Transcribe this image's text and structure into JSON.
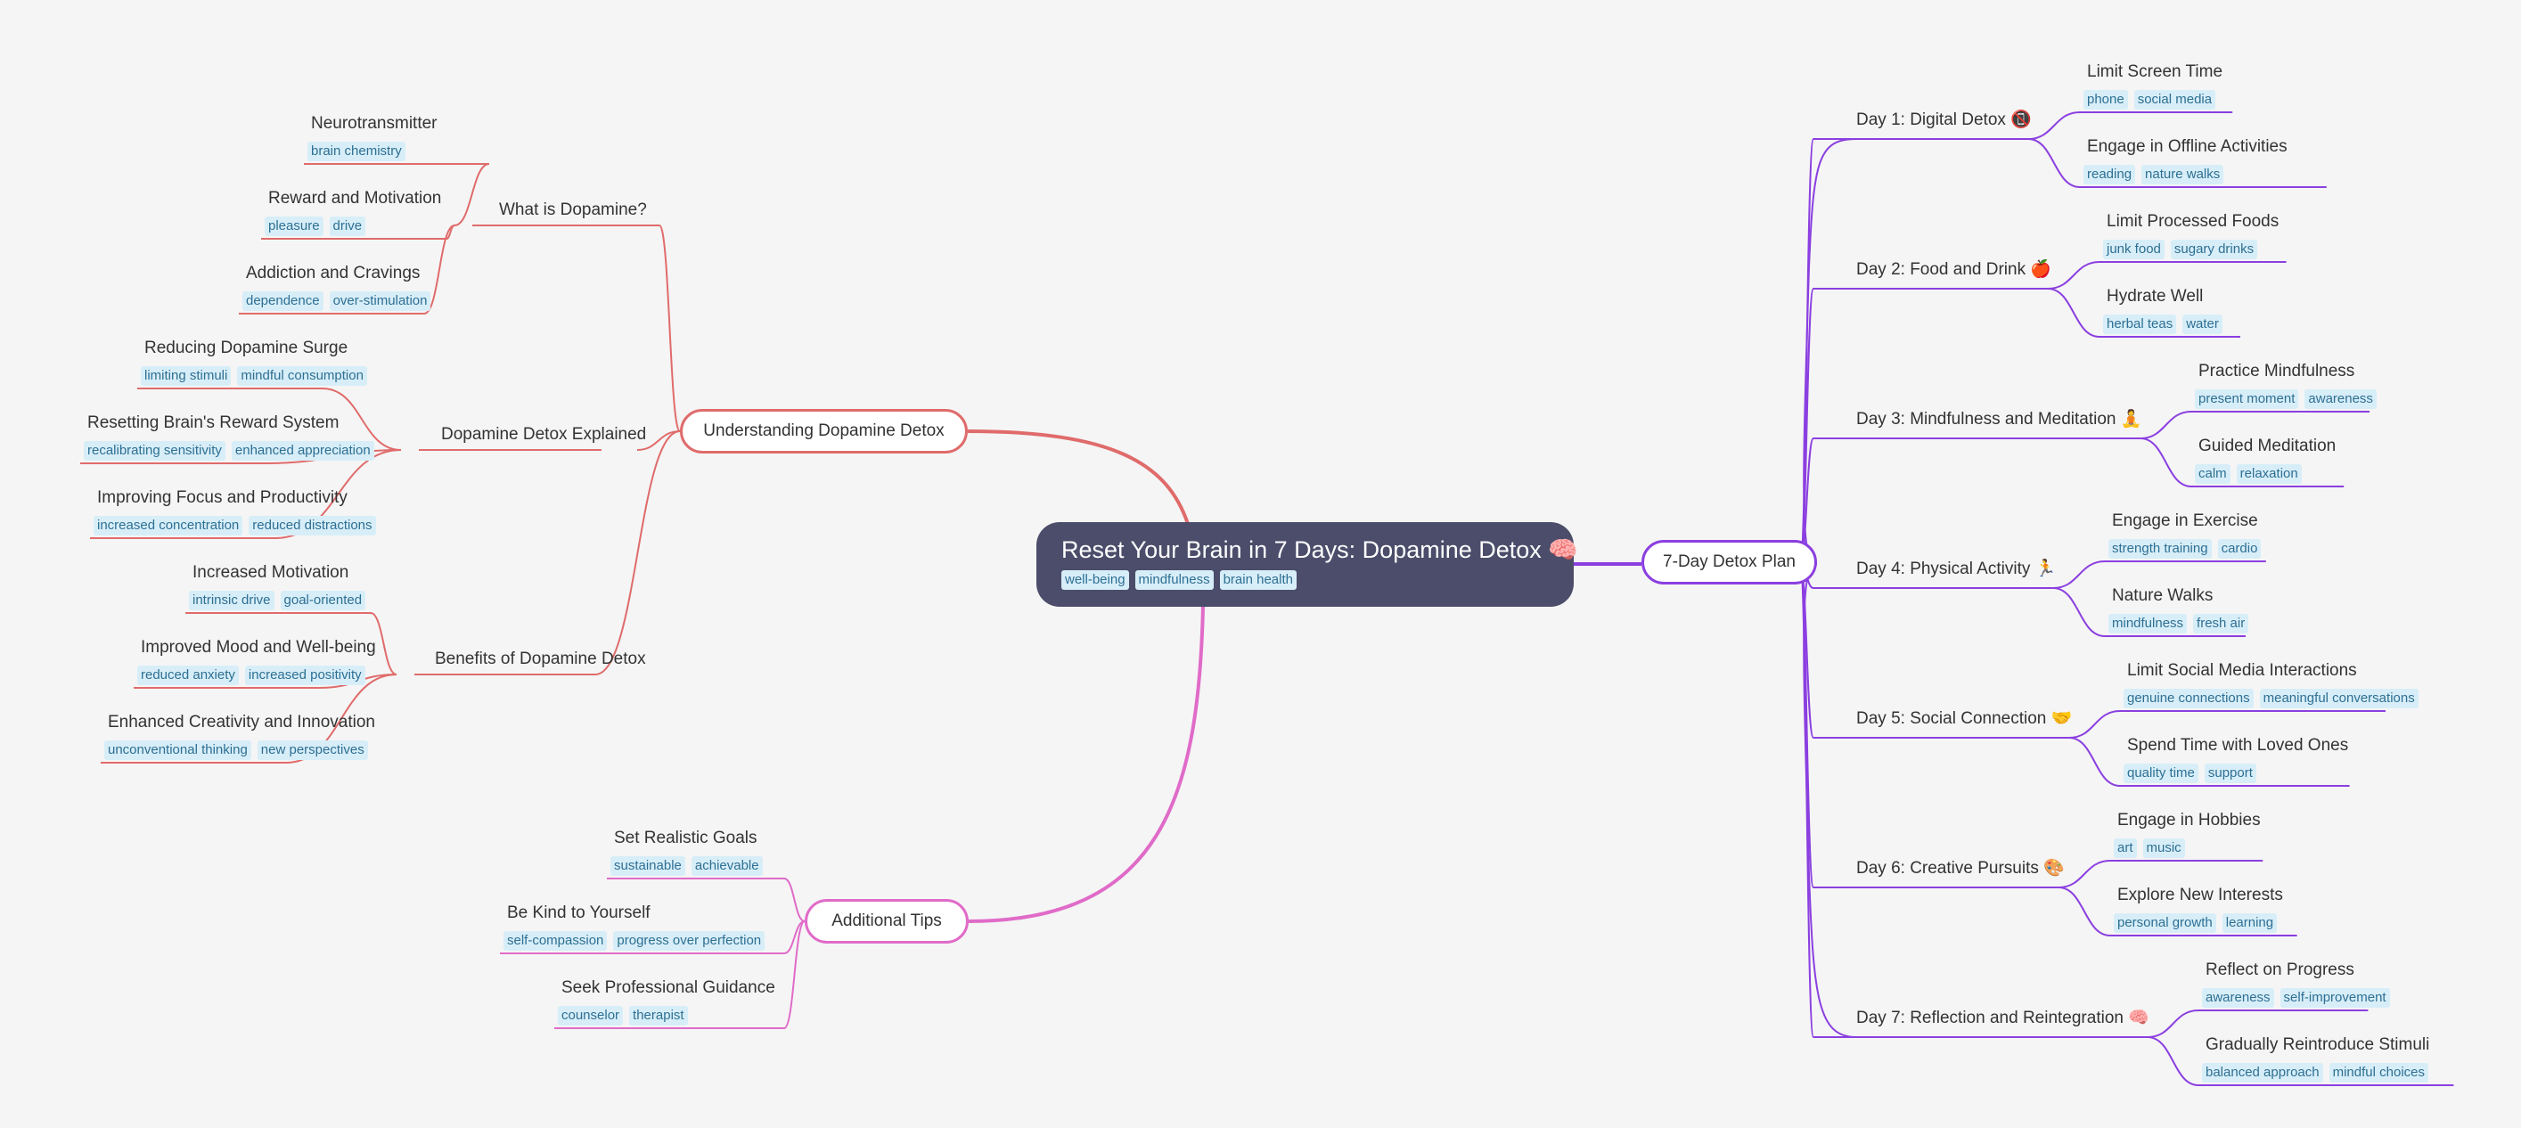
{
  "root": {
    "title": "Reset Your Brain in 7 Days: Dopamine Detox 🧠",
    "tags": [
      "well-being",
      "mindfulness",
      "brain health"
    ]
  },
  "colors": {
    "understanding": "#e06b6b",
    "plan": "#8b3fe0",
    "tips": "#e06bc8",
    "background": "#f5f5f5",
    "root": "#4b4d6a",
    "tag_bg": "#d7eef8",
    "tag_text": "#2e6f93"
  },
  "branches": [
    {
      "label": "Understanding Dopamine Detox",
      "children": [
        {
          "label": "What is Dopamine?",
          "children": [
            {
              "label": "Neurotransmitter",
              "tags": [
                "brain chemistry"
              ]
            },
            {
              "label": "Reward and Motivation",
              "tags": [
                "pleasure",
                "drive"
              ]
            },
            {
              "label": "Addiction and Cravings",
              "tags": [
                "dependence",
                "over-stimulation"
              ]
            }
          ]
        },
        {
          "label": "Dopamine Detox Explained",
          "children": [
            {
              "label": "Reducing Dopamine Surge",
              "tags": [
                "limiting stimuli",
                "mindful consumption"
              ]
            },
            {
              "label": "Resetting Brain's Reward System",
              "tags": [
                "recalibrating sensitivity",
                "enhanced appreciation"
              ]
            },
            {
              "label": "Improving Focus and Productivity",
              "tags": [
                "increased concentration",
                "reduced distractions"
              ]
            }
          ]
        },
        {
          "label": "Benefits of Dopamine Detox",
          "children": [
            {
              "label": "Increased Motivation",
              "tags": [
                "intrinsic drive",
                "goal-oriented"
              ]
            },
            {
              "label": "Improved Mood and Well-being",
              "tags": [
                "reduced anxiety",
                "increased positivity"
              ]
            },
            {
              "label": "Enhanced Creativity and Innovation",
              "tags": [
                "unconventional thinking",
                "new perspectives"
              ]
            }
          ]
        }
      ]
    },
    {
      "label": "Additional Tips",
      "children": [
        {
          "label": "Set Realistic Goals",
          "tags": [
            "sustainable",
            "achievable"
          ]
        },
        {
          "label": "Be Kind to Yourself",
          "tags": [
            "self-compassion",
            "progress over perfection"
          ]
        },
        {
          "label": "Seek Professional Guidance",
          "tags": [
            "counselor",
            "therapist"
          ]
        }
      ]
    },
    {
      "label": "7-Day Detox Plan",
      "children": [
        {
          "label": "Day 1: Digital Detox 📵",
          "children": [
            {
              "label": "Limit Screen Time",
              "tags": [
                "phone",
                "social media"
              ]
            },
            {
              "label": "Engage in Offline Activities",
              "tags": [
                "reading",
                "nature walks"
              ]
            }
          ]
        },
        {
          "label": "Day 2: Food and Drink 🍎",
          "children": [
            {
              "label": "Limit Processed Foods",
              "tags": [
                "junk food",
                "sugary drinks"
              ]
            },
            {
              "label": "Hydrate Well",
              "tags": [
                "herbal teas",
                "water"
              ]
            }
          ]
        },
        {
          "label": "Day 3: Mindfulness and Meditation 🧘",
          "children": [
            {
              "label": "Practice Mindfulness",
              "tags": [
                "present moment",
                "awareness"
              ]
            },
            {
              "label": "Guided Meditation",
              "tags": [
                "calm",
                "relaxation"
              ]
            }
          ]
        },
        {
          "label": "Day 4: Physical Activity 🏃",
          "children": [
            {
              "label": "Engage in Exercise",
              "tags": [
                "strength training",
                "cardio"
              ]
            },
            {
              "label": "Nature Walks",
              "tags": [
                "mindfulness",
                "fresh air"
              ]
            }
          ]
        },
        {
          "label": "Day 5: Social Connection 🤝",
          "children": [
            {
              "label": "Limit Social Media Interactions",
              "tags": [
                "genuine connections",
                "meaningful conversations"
              ]
            },
            {
              "label": "Spend Time with Loved Ones",
              "tags": [
                "quality time",
                "support"
              ]
            }
          ]
        },
        {
          "label": "Day 6: Creative Pursuits 🎨",
          "children": [
            {
              "label": "Engage in Hobbies",
              "tags": [
                "art",
                "music"
              ]
            },
            {
              "label": "Explore New Interests",
              "tags": [
                "personal growth",
                "learning"
              ]
            }
          ]
        },
        {
          "label": "Day 7: Reflection and Reintegration 🧠",
          "children": [
            {
              "label": "Reflect on Progress",
              "tags": [
                "awareness",
                "self-improvement"
              ]
            },
            {
              "label": "Gradually Reintroduce Stimuli",
              "tags": [
                "balanced approach",
                "mindful choices"
              ]
            }
          ]
        }
      ]
    }
  ]
}
